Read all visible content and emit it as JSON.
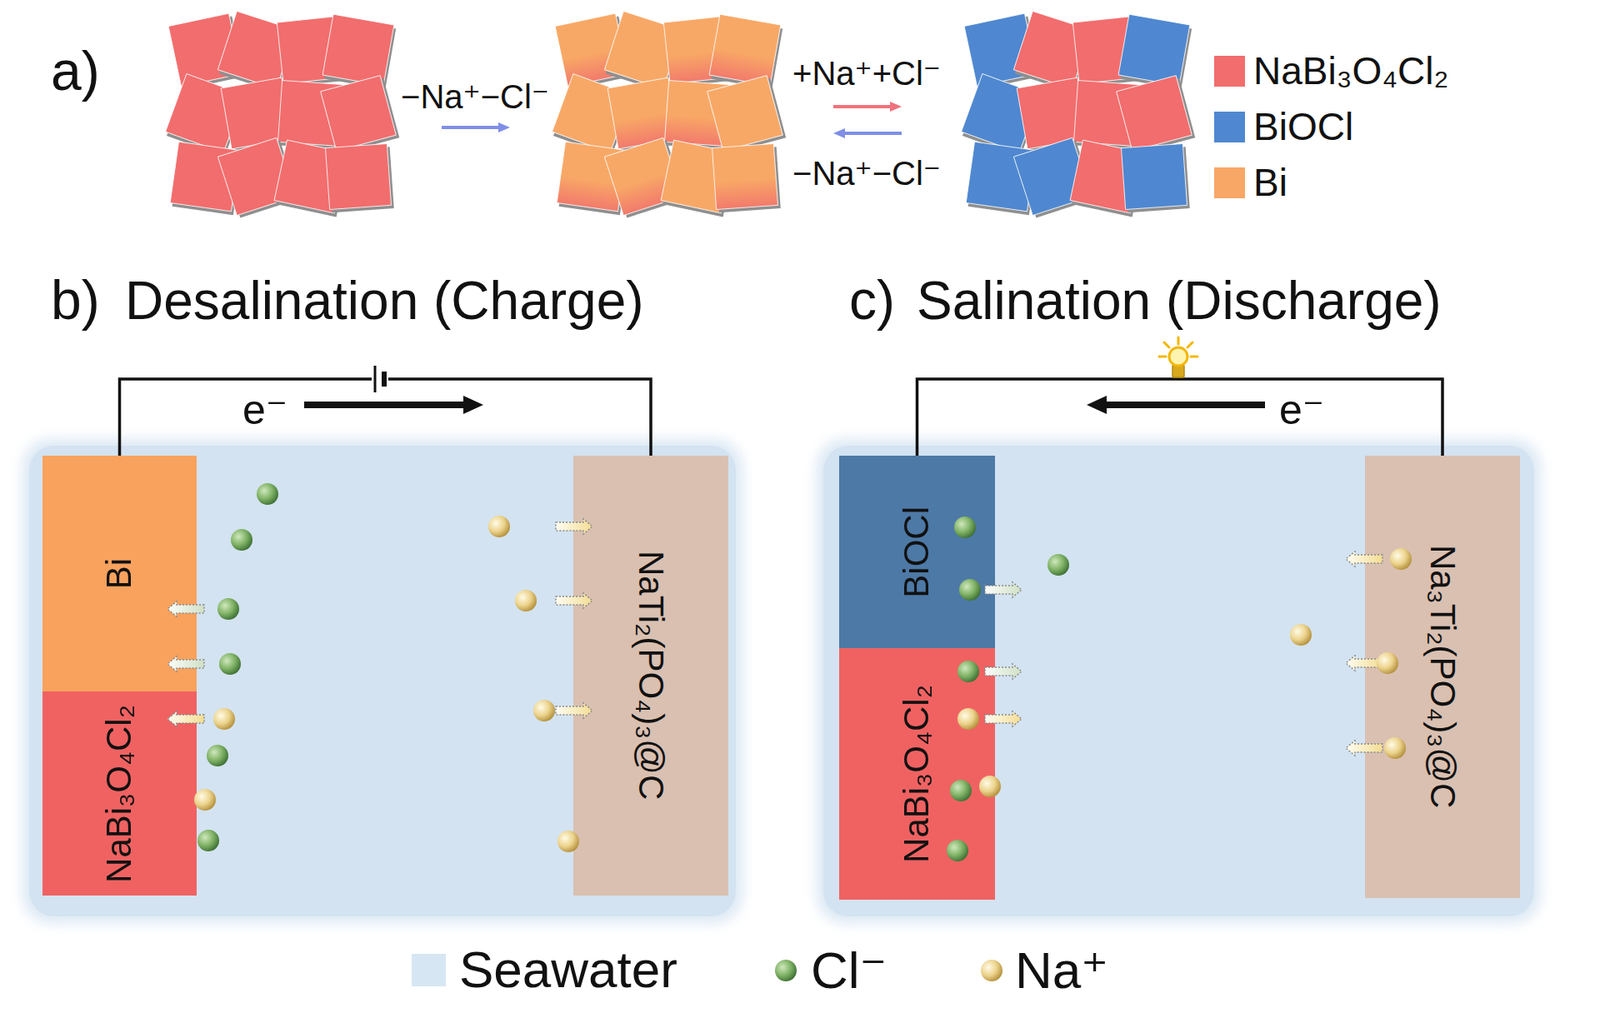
{
  "diagram": {
    "nodes": [
      {
        "text": [
          "Bi"
        ]
      },
      {
        "text": [
          "NaBi₃O₄Cl₂"
        ]
      },
      {
        "text": [
          "NaTi₂(PO₄)₃@C"
        ]
      },
      {
        "text": [
          "BiOCl"
        ]
      },
      {
        "text": [
          "NaBi₃O₄Cl₂"
        ]
      },
      {
        "text": [
          "Na₃Ti₂(PO₄)₃@C"
        ]
      }
    ],
    "edges": [
      {
        "from": 0,
        "to": 2,
        "arrow": "none"
      },
      {
        "from": 3,
        "to": 5,
        "arrow": "none"
      }
    ],
    "labels": [
      "a)",
      "−Na⁺−Cl⁻",
      "+Na⁺+Cl⁻",
      "−Na⁺−Cl⁻",
      "b)",
      "Desalination (Charge)",
      "c)",
      "Salination (Discharge)",
      "e⁻",
      "e⁻"
    ],
    "legend": [
      {
        "text": "NaBi₃O₄Cl₂",
        "color": "#f26d6d"
      },
      {
        "text": "BiOCl",
        "color": "#4f88d0"
      },
      {
        "text": "Bi",
        "color": "#f8a766"
      },
      {
        "text": "Seawater",
        "color": "#d6e6f3"
      },
      {
        "text": "Cl⁻"
      },
      {
        "text": "Na⁺"
      }
    ]
  }
}
